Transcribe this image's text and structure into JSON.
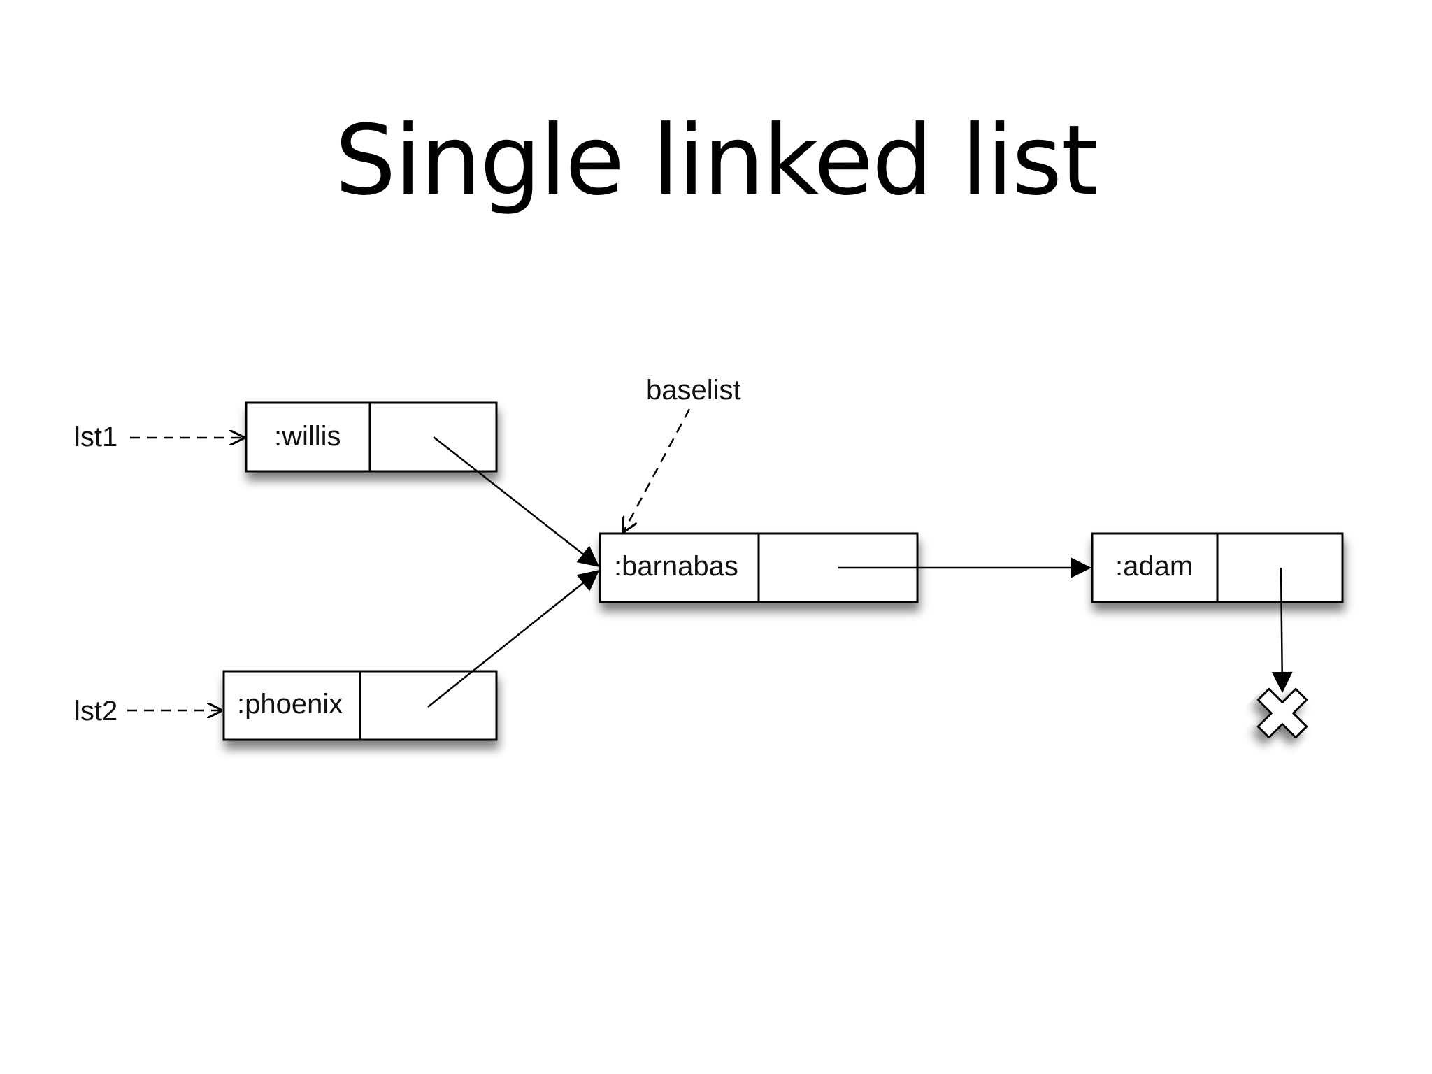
{
  "title": "Single linked list",
  "nodes": {
    "willis": ":willis",
    "phoenix": ":phoenix",
    "barnabas": ":barnabas",
    "adam": ":adam"
  },
  "references": {
    "lst1": "lst1",
    "lst2": "lst2",
    "baselist": "baselist"
  },
  "colors": {
    "stroke": "#000000",
    "shadow": "#9a9a9a",
    "background": "#ffffff"
  },
  "null_marker": "x-icon"
}
